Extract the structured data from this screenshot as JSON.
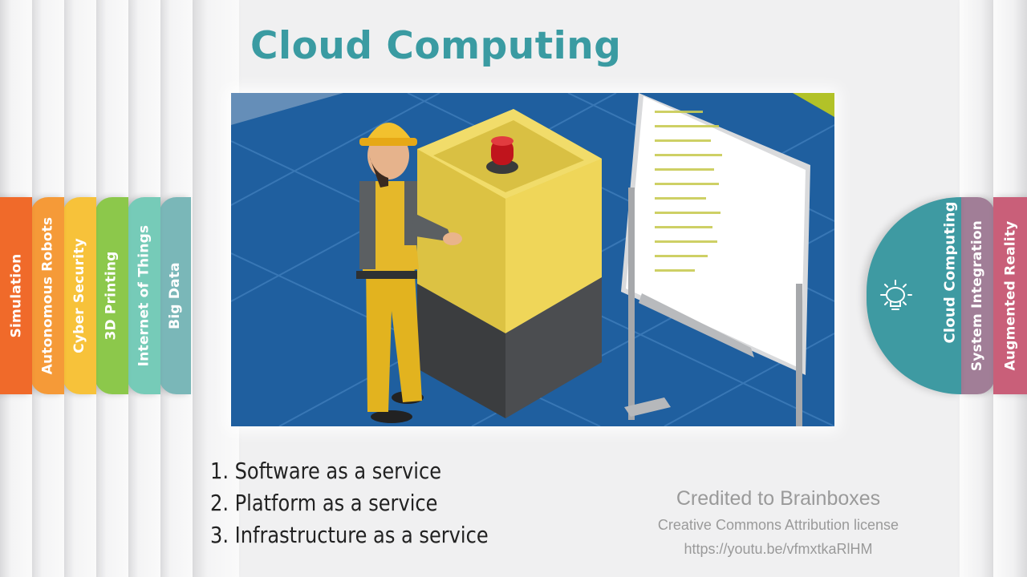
{
  "title": "Cloud Computing",
  "left_tabs": [
    {
      "label": "Simulation",
      "color": "#f06a2a"
    },
    {
      "label": "Autonomous Robots",
      "color": "#f59a38"
    },
    {
      "label": "Cyber Security",
      "color": "#f7c23a"
    },
    {
      "label": "3D Printing",
      "color": "#8cc84b"
    },
    {
      "label": "Internet of Things",
      "color": "#76cbb8"
    },
    {
      "label": "Big Data",
      "color": "#7ab7b8"
    }
  ],
  "right_tabs": [
    {
      "label": "Cloud Computing",
      "color": "#3e9aa2",
      "icon": "lightbulb-icon"
    },
    {
      "label": "System Integration",
      "color": "#a17e97"
    },
    {
      "label": "Augmented Reality",
      "color": "#c95f79"
    }
  ],
  "services": [
    "1. Software as a service",
    "2. Platform as a service",
    "3. Infrastructure as a service"
  ],
  "credits": {
    "line1": "Credited to Brainboxes",
    "line2": "Creative Commons Attribution license",
    "line3": "https://youtu.be/vfmxtkaRlHM"
  }
}
